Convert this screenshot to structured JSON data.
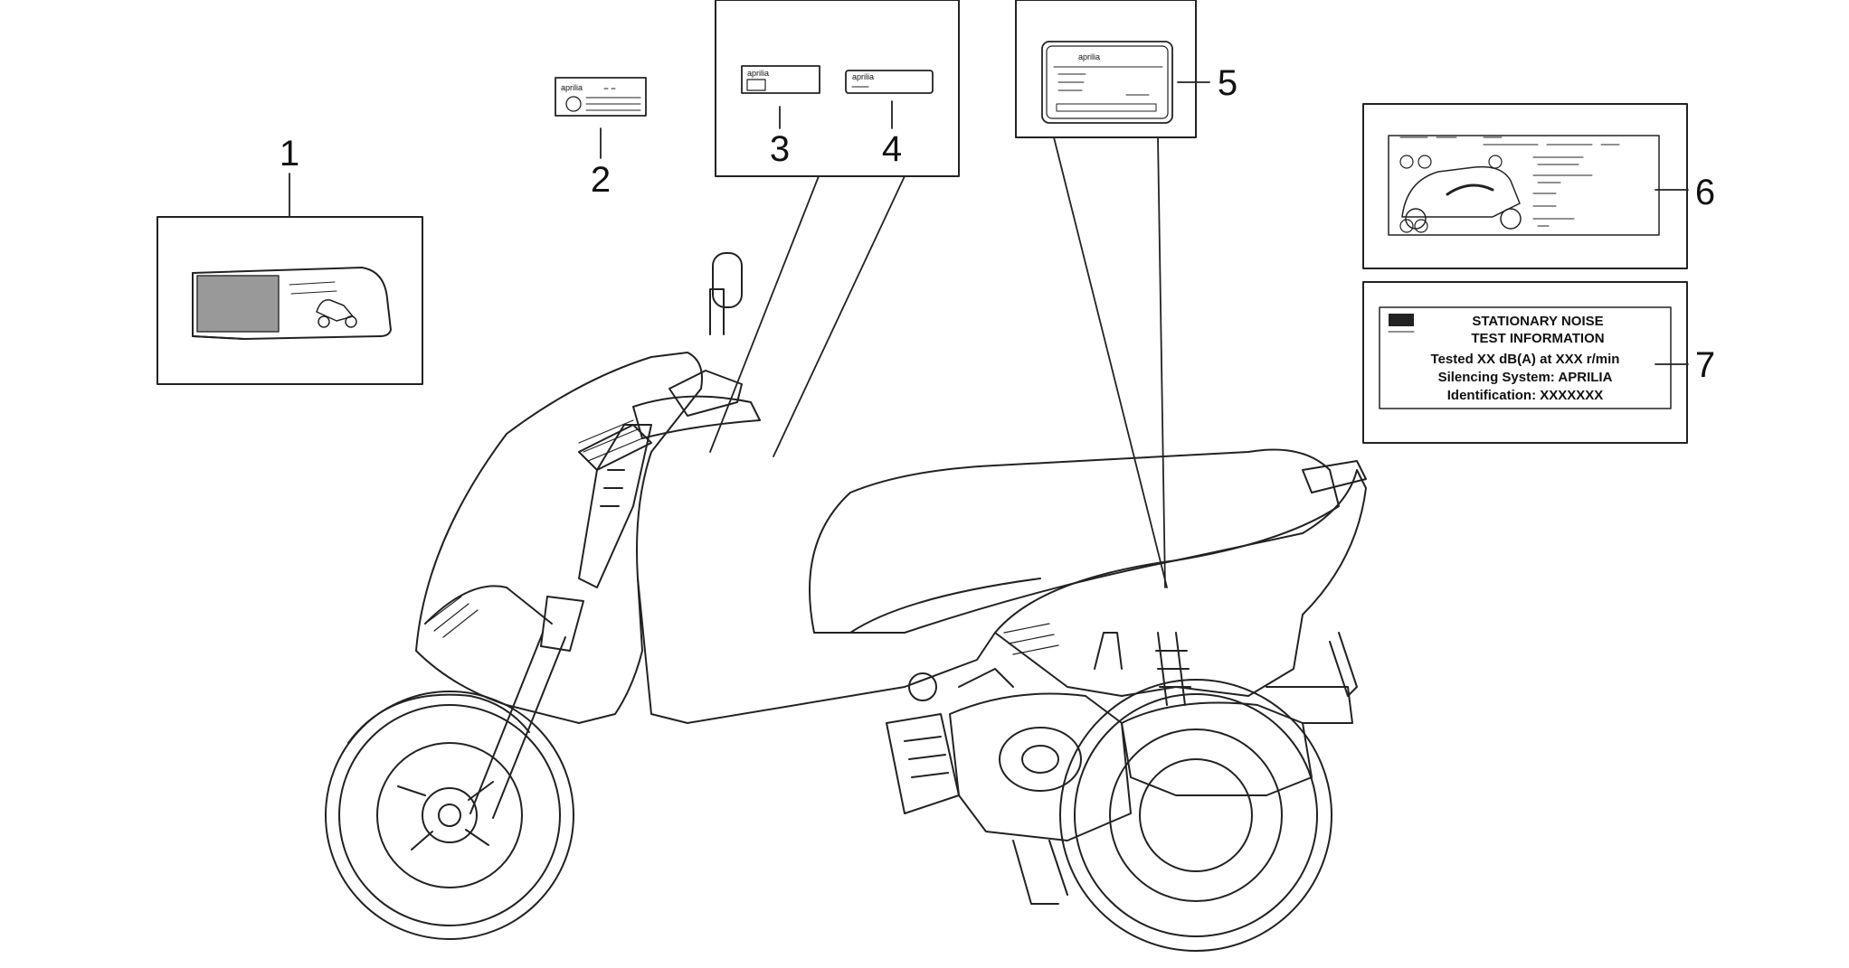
{
  "callouts": [
    "1",
    "2",
    "3",
    "4",
    "5",
    "6",
    "7"
  ],
  "labels": {
    "aprilia": "aprilia",
    "noise": {
      "title_1": "STATIONARY NOISE",
      "title_2": "TEST INFORMATION",
      "line_1": "Tested XX dB(A) at XXX r/min",
      "line_2": "Silencing System: APRILIA",
      "line_3": "Identification: XXXXXXX"
    }
  }
}
